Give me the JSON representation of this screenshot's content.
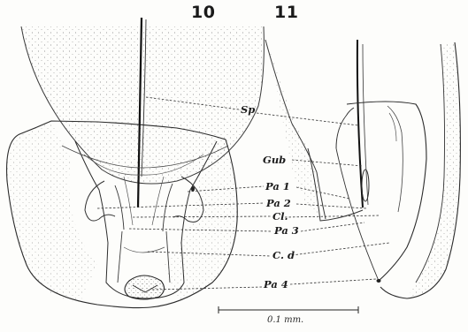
{
  "figures": {
    "left_number": "10",
    "right_number": "11"
  },
  "labels": {
    "sp": "Sp",
    "gub": "Gub",
    "pa1": "Pa 1",
    "pa2": "Pa 2",
    "cl": "Cl.",
    "pa3": "Pa 3",
    "cd": "C. d",
    "pa4": "Pa 4"
  },
  "scale_bar": {
    "text": "0.1 mm."
  }
}
